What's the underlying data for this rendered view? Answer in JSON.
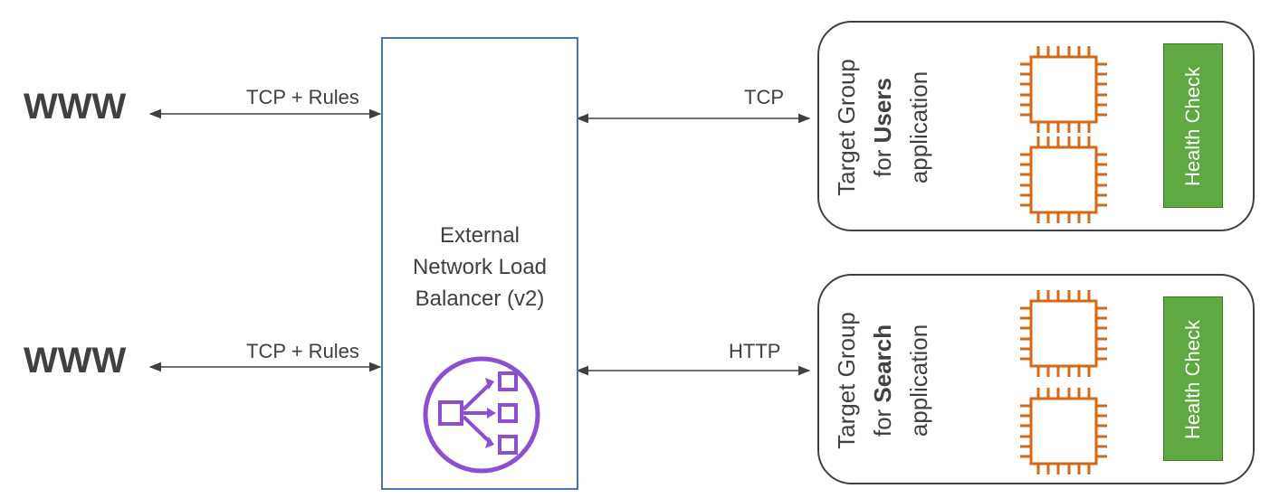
{
  "colors": {
    "text": "#404040",
    "nlb_border": "#4a74b8",
    "nlb_icon": "#8c4fd1",
    "chip": "#d86613",
    "health_check": "#5fa943",
    "arrow": "#404040"
  },
  "clients": [
    {
      "label": "WWW",
      "connection_label": "TCP + Rules"
    },
    {
      "label": "WWW",
      "connection_label": "TCP + Rules"
    }
  ],
  "load_balancer": {
    "line1": "External",
    "line2": "Network Load",
    "line3": "Balancer (v2)",
    "icon": "network-load-balancer-icon"
  },
  "target_groups": [
    {
      "connection_label": "TCP",
      "title_pre": "Target Group",
      "title_for": "for ",
      "title_name": "Users",
      "title_post": "application",
      "health_check": "Health Check",
      "instance_icon": "ec2-instance-chip-icon"
    },
    {
      "connection_label": "HTTP",
      "title_pre": "Target Group",
      "title_for": "for ",
      "title_name": "Search",
      "title_post": "application",
      "health_check": "Health Check",
      "instance_icon": "ec2-instance-chip-icon"
    }
  ]
}
